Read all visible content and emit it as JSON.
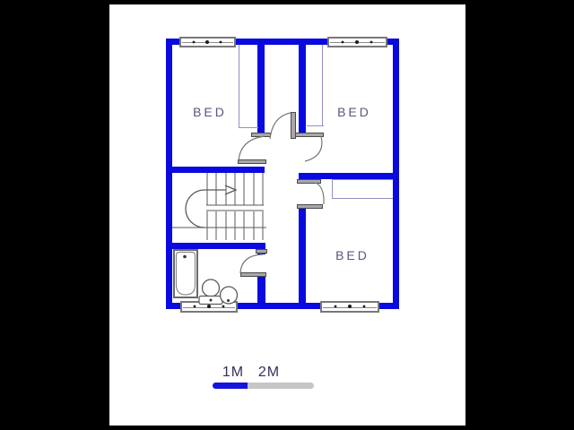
{
  "frame": {
    "color": "#000000",
    "canvas_color": "#ffffff"
  },
  "floorplan": {
    "type": "floor-plan-drawing",
    "room_labels": [
      {
        "name": "bedroom-top-left",
        "label": "BED"
      },
      {
        "name": "bedroom-top-right",
        "label": "BED"
      },
      {
        "name": "bedroom-bottom-right",
        "label": "BED"
      }
    ],
    "fixtures": [
      "bathtub",
      "toilet",
      "sink",
      "staircase",
      "windows",
      "doors",
      "closets"
    ],
    "colors": {
      "wall": "#0a0ae0",
      "window_frame": "#787878",
      "door_leaf": "#a8a8a8",
      "stairs": "#5a5a5a",
      "closet_line": "#9191c2",
      "room_label_text": "#57577f"
    }
  },
  "scale_bar": {
    "labels": [
      {
        "text": "1M"
      },
      {
        "text": "2M"
      }
    ],
    "filled_color": "#1414dd",
    "empty_color": "#c6c6c6",
    "text_color": "#32325f"
  }
}
